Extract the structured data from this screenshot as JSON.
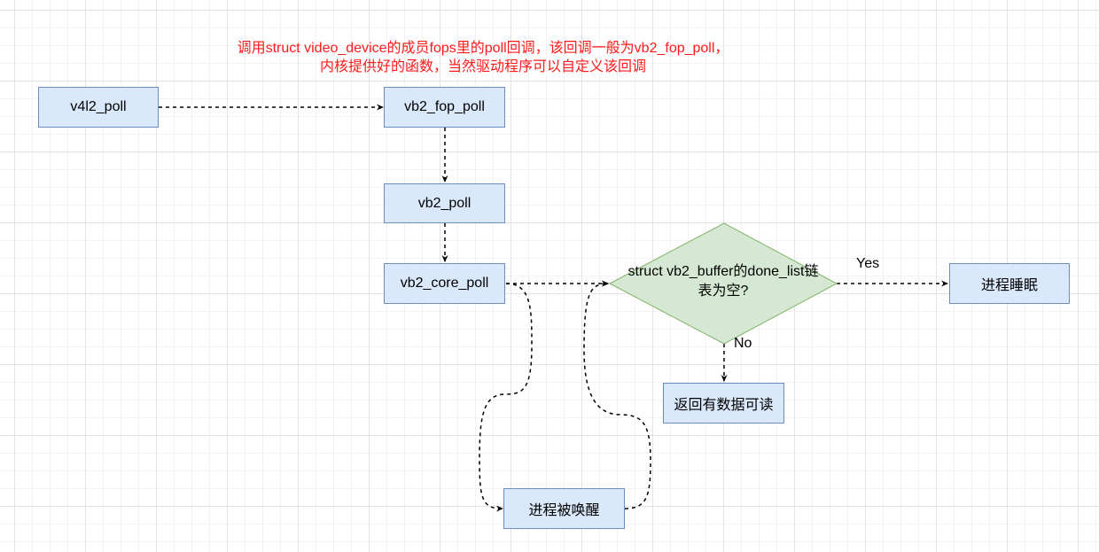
{
  "note": {
    "line1": "调用struct video_device的成员fops里的poll回调，该回调一般为vb2_fop_poll，",
    "line2": "内核提供好的函数，当然驱动程序可以自定义该回调"
  },
  "nodes": {
    "v4l2_poll": "v4l2_poll",
    "vb2_fop_poll": "vb2_fop_poll",
    "vb2_poll": "vb2_poll",
    "vb2_core_poll": "vb2_core_poll",
    "decision_line1": "struct vb2_buffer的done_list链",
    "decision_line2": "表为空?",
    "sleep": "进程睡眠",
    "return_data": "返回有数据可读",
    "woken": "进程被唤醒"
  },
  "edges": {
    "yes": "Yes",
    "no": "No"
  },
  "colors": {
    "box_fill": "#dae8fc",
    "box_stroke": "#6c8ebf",
    "diamond_fill": "#d5e8d4",
    "diamond_stroke": "#82b366",
    "note_text": "#ff1a1a"
  }
}
